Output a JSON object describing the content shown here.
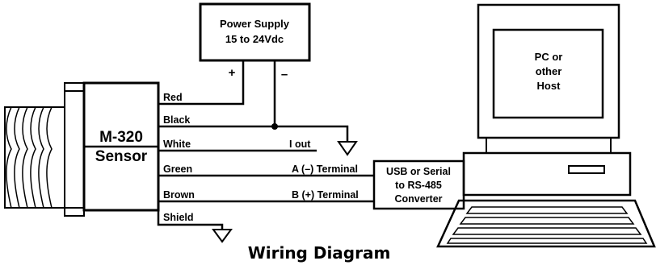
{
  "power_supply": {
    "line1": "Power Supply",
    "line2": "15 to 24Vdc",
    "plus": "+",
    "minus": "–"
  },
  "sensor": {
    "line1": "M-320",
    "line2": "Sensor"
  },
  "wires": {
    "red": "Red",
    "black": "Black",
    "white": "White",
    "green": "Green",
    "brown": "Brown",
    "shield": "Shield"
  },
  "terminals": {
    "iout": "I out",
    "a_minus": "A (–) Terminal",
    "b_plus": "B (+) Terminal"
  },
  "converter": {
    "line1": "USB or Serial",
    "line2": "to RS-485",
    "line3": "Converter"
  },
  "host": {
    "line1": "PC or",
    "line2": "other",
    "line3": "Host"
  },
  "caption": "Wiring Diagram"
}
